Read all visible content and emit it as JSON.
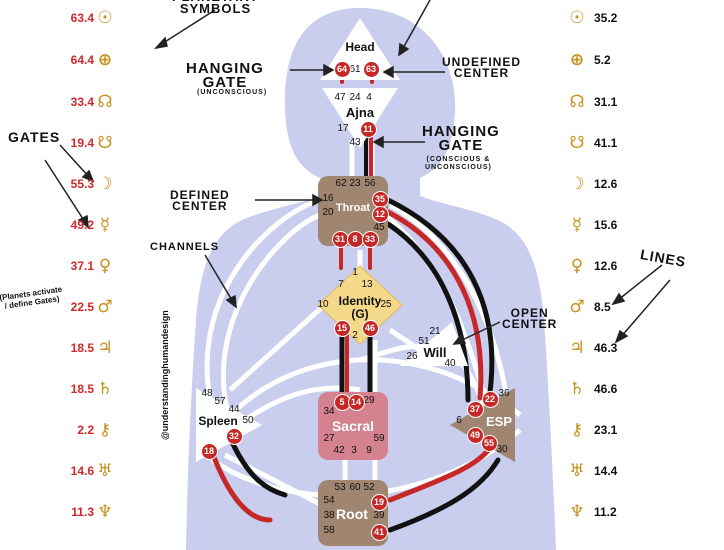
{
  "labels": {
    "planetary_symbols": "PLANETARY\nSYMBOLS",
    "hanging_gate_left": "HANGING\nGATE",
    "unconscious": "(UNCONSCIOUS)",
    "undefined_center": "UNDEFINED\nCENTER",
    "hanging_gate_right": "HANGING\nGATE",
    "conscious_unconscious": "(CONSCIOUS &\nUNCONSCIOUS)",
    "gates": "GATES",
    "defined_center": "DEFINED\nCENTER",
    "channels": "CHANNELS",
    "planets_note": "(Planets activate\n/ define Gates)",
    "lines": "LINES",
    "open_center": "OPEN\nCENTER",
    "watermark": "@understandinghumandesign"
  },
  "centers": {
    "head": "Head",
    "ajna": "Ajna",
    "throat": "Throat",
    "identity": "Identity\n(G)",
    "will": "Will",
    "sacral": "Sacral",
    "spleen": "Spleen",
    "esp": "ESP",
    "root": "Root"
  },
  "left_column": [
    {
      "value": "63.4",
      "symbol": "☉",
      "icon": "sun-icon"
    },
    {
      "value": "64.4",
      "symbol": "⊕",
      "icon": "earth-icon"
    },
    {
      "value": "33.4",
      "symbol": "☊",
      "icon": "north-node-icon"
    },
    {
      "value": "19.4",
      "symbol": "☋",
      "icon": "south-node-icon"
    },
    {
      "value": "55.3",
      "symbol": "☽",
      "icon": "moon-icon"
    },
    {
      "value": "49.2",
      "symbol": "☿",
      "icon": "mercury-icon"
    },
    {
      "value": "37.1",
      "symbol": "♀",
      "icon": "venus-icon"
    },
    {
      "value": "22.5",
      "symbol": "♂",
      "icon": "mars-icon"
    },
    {
      "value": "18.5",
      "symbol": "♃",
      "icon": "jupiter-icon"
    },
    {
      "value": "18.5",
      "symbol": "♄",
      "icon": "saturn-icon"
    },
    {
      "value": "2.2",
      "symbol": "⚷",
      "icon": "chiron-icon"
    },
    {
      "value": "14.6",
      "symbol": "♅",
      "icon": "uranus-icon"
    },
    {
      "value": "11.3",
      "symbol": "♆",
      "icon": "neptune-icon"
    }
  ],
  "right_column": [
    {
      "value": "35.2",
      "symbol": "☉",
      "icon": "sun-icon"
    },
    {
      "value": "5.2",
      "symbol": "⊕",
      "icon": "earth-icon"
    },
    {
      "value": "31.1",
      "symbol": "☊",
      "icon": "north-node-icon"
    },
    {
      "value": "41.1",
      "symbol": "☋",
      "icon": "south-node-icon"
    },
    {
      "value": "12.6",
      "symbol": "☽",
      "icon": "moon-icon"
    },
    {
      "value": "15.6",
      "symbol": "☿",
      "icon": "mercury-icon"
    },
    {
      "value": "12.6",
      "symbol": "♀",
      "icon": "venus-icon"
    },
    {
      "value": "8.5",
      "symbol": "♂",
      "icon": "mars-icon"
    },
    {
      "value": "46.3",
      "symbol": "♃",
      "icon": "jupiter-icon"
    },
    {
      "value": "46.6",
      "symbol": "♄",
      "icon": "saturn-icon"
    },
    {
      "value": "23.1",
      "symbol": "⚷",
      "icon": "chiron-icon"
    },
    {
      "value": "14.4",
      "symbol": "♅",
      "icon": "uranus-icon"
    },
    {
      "value": "11.2",
      "symbol": "♆",
      "icon": "neptune-icon"
    }
  ],
  "gates": {
    "inactive": [
      "61",
      "47",
      "24",
      "4",
      "17",
      "43",
      "62",
      "23",
      "56",
      "16",
      "20",
      "45",
      "1",
      "7",
      "13",
      "10",
      "25",
      "2",
      "21",
      "51",
      "26",
      "40",
      "48",
      "57",
      "44",
      "50",
      "34",
      "29",
      "27",
      "59",
      "42",
      "3",
      "9",
      "36",
      "6",
      "30",
      "53",
      "60",
      "52",
      "54",
      "38",
      "58",
      "39"
    ],
    "active": [
      "64",
      "63",
      "11",
      "35",
      "12",
      "31",
      "8",
      "33",
      "15",
      "46",
      "5",
      "14",
      "32",
      "18",
      "22",
      "37",
      "49",
      "55",
      "19",
      "41"
    ]
  },
  "colors": {
    "body": "#c9cdee",
    "defined_brown": "#a08570",
    "identity_yellow": "#f4d98a",
    "sacral_pink": "#d4828f",
    "active_red": "#c62828",
    "planet_gold": "#c88f1a"
  }
}
